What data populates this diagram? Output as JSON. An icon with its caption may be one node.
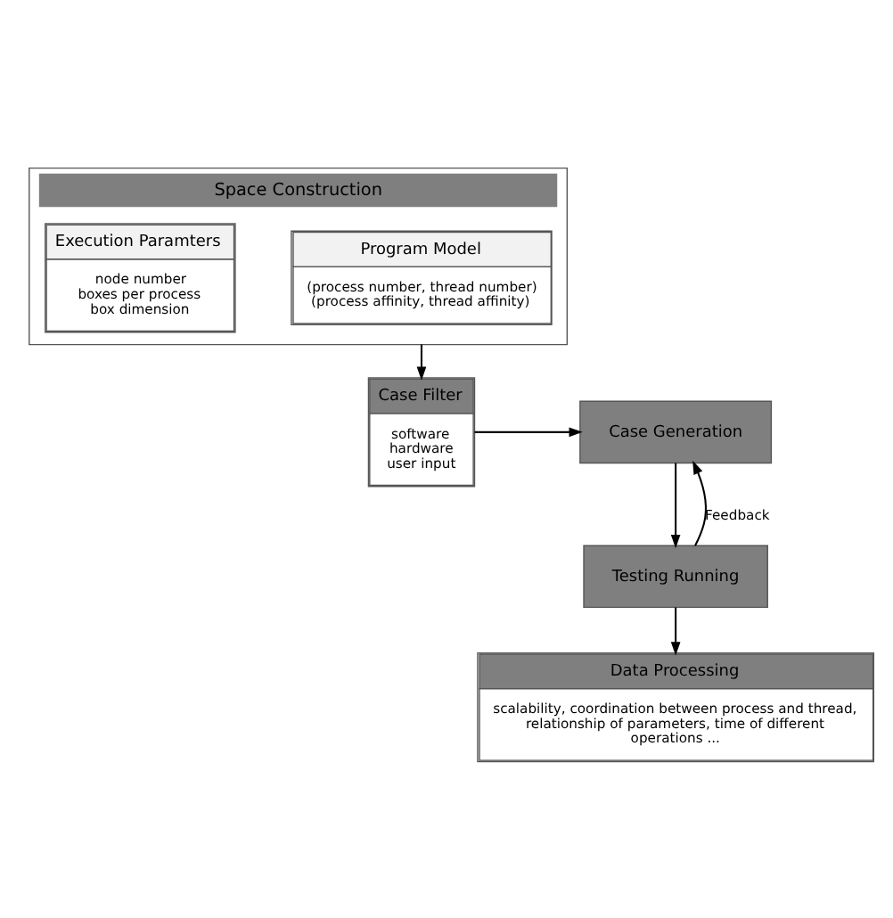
{
  "diagram": {
    "nodes": [
      {
        "text": [
          "Space Construction"
        ]
      },
      {
        "text": [
          "Program Model",
          "(process number, thread number)",
          "(process affinity, thread affinity)"
        ],
        "in": 0
      },
      {
        "text": [
          "Execution Paramters",
          "node number",
          "boxes per process",
          "box dimension"
        ],
        "in": 0
      },
      {
        "text": [
          "Case Filter",
          "software",
          "hardware",
          "user input"
        ]
      },
      {
        "text": [
          "Case Generation"
        ]
      },
      {
        "text": [
          "Testing Running"
        ]
      },
      {
        "text": [
          "Data Processing",
          "scalability, coordination between process and thread, relationship of parameters, time of different operations ..."
        ]
      }
    ],
    "edges": [
      {
        "from": 0,
        "to": 3,
        "arrow": "to"
      },
      {
        "from": 3,
        "to": 4,
        "arrow": "to"
      },
      {
        "from": 4,
        "to": 5,
        "arrow": "to"
      },
      {
        "from": 5,
        "to": 4,
        "arrow": "to",
        "label": "Feedback"
      },
      {
        "from": 5,
        "to": 6,
        "arrow": "to"
      }
    ]
  }
}
